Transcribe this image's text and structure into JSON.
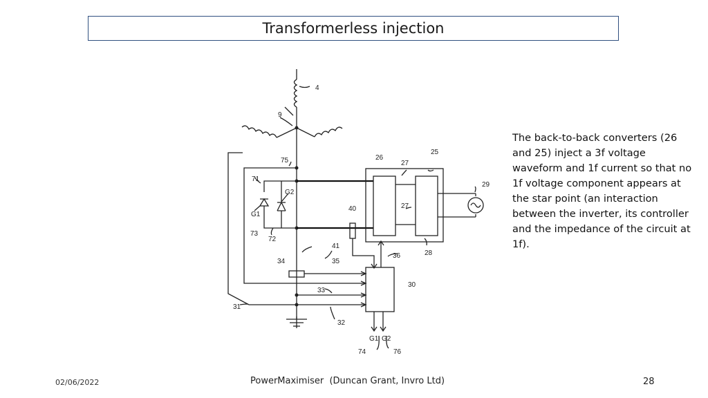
{
  "slide": {
    "title": "Transformerless injection",
    "description": "The back-to-back converters (26 and 25) inject a 3f voltage waveform and 1f current so that no 1f voltage component appears at the star point (an interaction between the inverter, its controller and the impedance of the circuit at 1f).",
    "footer": {
      "date": "02/06/2022",
      "center": "PowerMaximiser  (Duncan Grant, Invro Ltd)",
      "page": "28"
    }
  },
  "diagram": {
    "labels": {
      "l4": "4",
      "l9": "9",
      "l75": "75",
      "l71": "71",
      "G2": "G2",
      "G1": "G1",
      "l73": "73",
      "l72": "72",
      "l26": "26",
      "l27a": "27",
      "l25": "25",
      "l29": "29",
      "l40": "40",
      "l27b": "27",
      "l41": "41",
      "l36": "36",
      "l28": "28",
      "l34": "34",
      "l35": "35",
      "l30": "30",
      "l33": "33",
      "l31": "31",
      "l32": "32",
      "outG1": "G1",
      "outG2": "G2",
      "l74": "74",
      "l76": "76"
    }
  }
}
